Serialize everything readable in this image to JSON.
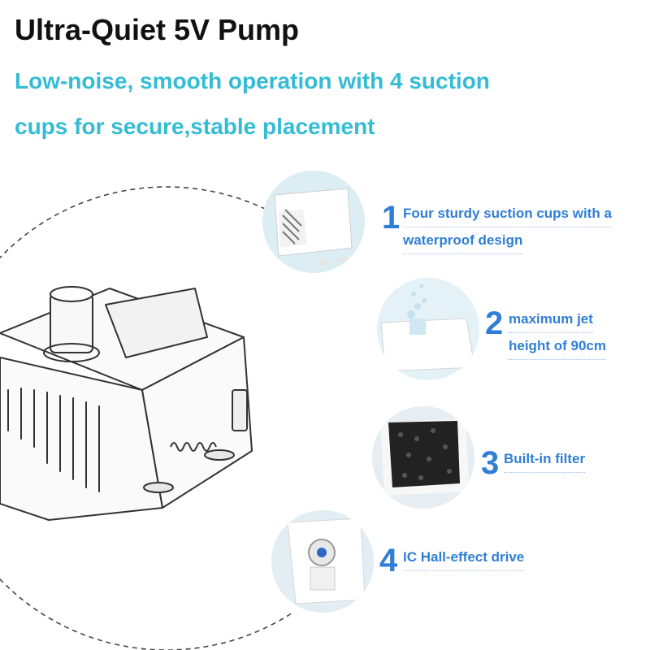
{
  "header": {
    "title": "Ultra-Quiet 5V Pump",
    "subtitle_line1": "Low-noise, smooth operation with 4 suction",
    "subtitle_line2": "cups for secure,stable placement"
  },
  "colors": {
    "title": "#111111",
    "subtitle": "#33bcd4",
    "feature_text": "#2f7fd6"
  },
  "features": [
    {
      "number": "1",
      "line1": "Four sturdy suction cups with a",
      "line2": "waterproof design"
    },
    {
      "number": "2",
      "line1": "maximum jet",
      "line2": "height of 90cm"
    },
    {
      "number": "3",
      "line1": "Built-in filter"
    },
    {
      "number": "4",
      "line1": "IC Hall-effect drive"
    }
  ]
}
